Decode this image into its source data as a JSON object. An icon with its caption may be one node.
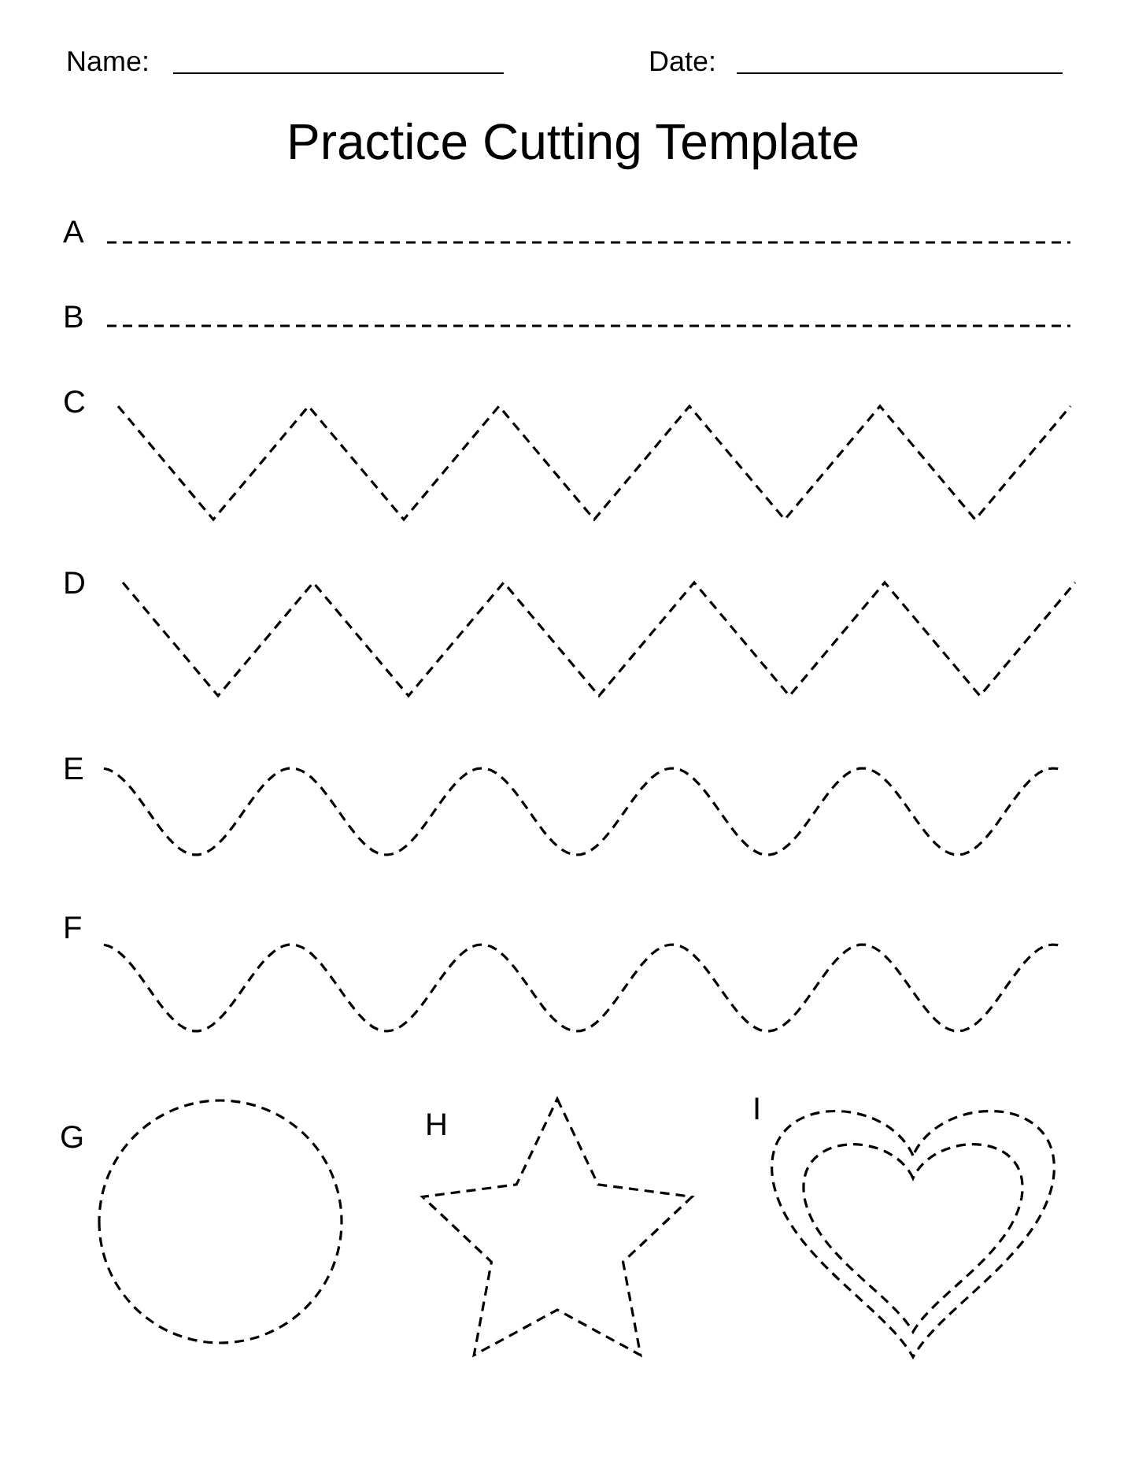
{
  "diagram": {
    "title": "Practice Cutting Template",
    "labels": [
      "Name:",
      "Date:",
      "A",
      "B",
      "C",
      "D",
      "E",
      "F",
      "G",
      "H",
      "I"
    ]
  }
}
